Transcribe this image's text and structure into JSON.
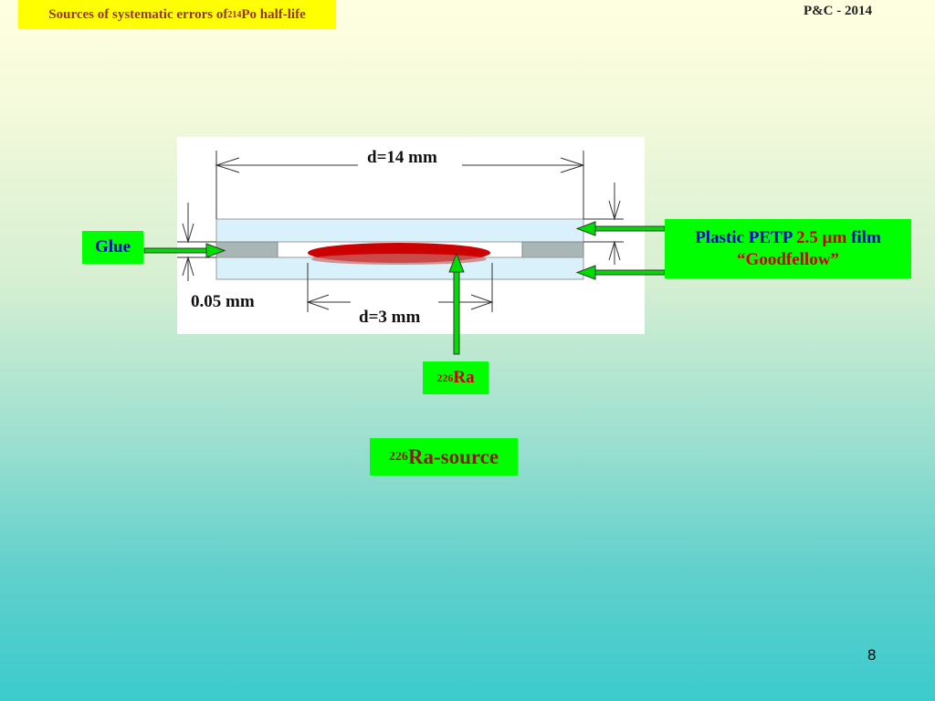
{
  "header": {
    "title_prefix": "Sources of systematic errors of ",
    "title_sup": "214",
    "title_suffix": "Po half-life",
    "conference": "P&C - 2014"
  },
  "diagram": {
    "dimension_outer": "d=14 mm",
    "dimension_inner": "d=3 mm",
    "thickness": "0.05 mm",
    "glue_label": "Glue",
    "film_label_part1": "Plastic PETP ",
    "film_label_part2": "2.5 µm",
    "film_label_part3": " film",
    "film_label_line2": "“Goodfellow”",
    "ra_sup": "226",
    "ra_label": "Ra",
    "source_sup": "226",
    "source_label": "Ra-source"
  },
  "colors": {
    "title_bg": "#ffff00",
    "box_green": "#00ff00",
    "film_fill": "#d9f1fa",
    "glue_fill": "#a9b6b6",
    "source_red": "#cc0000",
    "arrow_green": "#00dd00"
  },
  "footer": {
    "page_number": "8"
  }
}
